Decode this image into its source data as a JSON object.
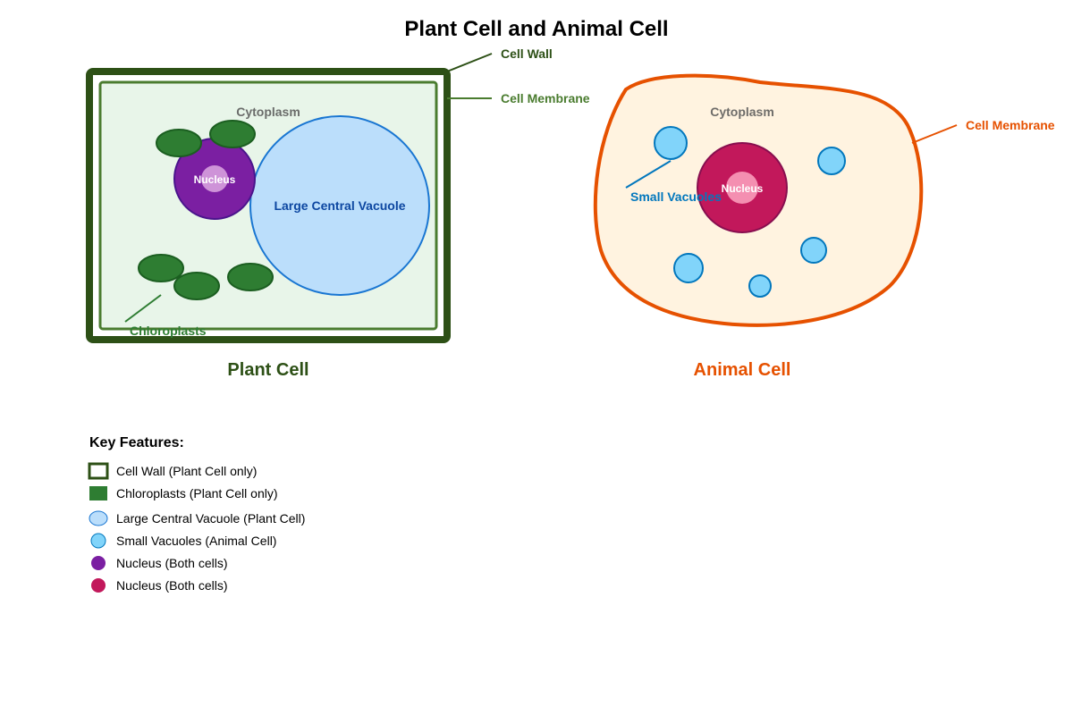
{
  "title": "Plant Cell and Animal Cell",
  "colors": {
    "cell_wall": "#2d5016",
    "plant_membrane": "#4a7c2f",
    "plant_cytoplasm": "#e8f5e9",
    "chloroplast": "#2e7d32",
    "plant_nucleus": "#7b1fa2",
    "large_vacuole_fill": "#bbdefb",
    "large_vacuole_stroke": "#1976d2",
    "animal_membrane": "#e65100",
    "animal_cytoplasm": "#fff3e0",
    "small_vacuole_fill": "#81d4fa",
    "small_vacuole_stroke": "#0277bd",
    "animal_nucleus": "#c2185b",
    "cytoplasm_text": "#555555",
    "vacuole_label": "#0277bd",
    "large_vacuole_label": "#0d47a1"
  },
  "plant": {
    "caption": "Plant Cell",
    "cell_wall_label": "Cell Wall",
    "cell_membrane_label": "Cell Membrane",
    "cytoplasm_label": "Cytoplasm",
    "nucleus_label": "Nucleus",
    "vacuole_label": "Large Central Vacuole",
    "chloroplasts_label": "Chloroplasts"
  },
  "animal": {
    "caption": "Animal Cell",
    "cell_membrane_label": "Cell Membrane",
    "cytoplasm_label": "Cytoplasm",
    "nucleus_label": "Nucleus",
    "vacuoles_label": "Small Vacuoles"
  },
  "legend": {
    "title": "Key Features:",
    "items": [
      {
        "label": "Cell Wall (Plant Cell only)",
        "icon": "cell-wall-icon"
      },
      {
        "label": "Chloroplasts (Plant Cell only)",
        "icon": "chloroplast-icon"
      },
      {
        "label": "Large Central Vacuole (Plant Cell)",
        "icon": "large-vacuole-icon"
      },
      {
        "label": "Small Vacuoles (Animal Cell)",
        "icon": "small-vacuole-icon"
      },
      {
        "label": "Nucleus (Both cells)",
        "icon": "plant-nucleus-icon"
      },
      {
        "label": "Nucleus (Both cells)",
        "icon": "animal-nucleus-icon"
      }
    ]
  }
}
